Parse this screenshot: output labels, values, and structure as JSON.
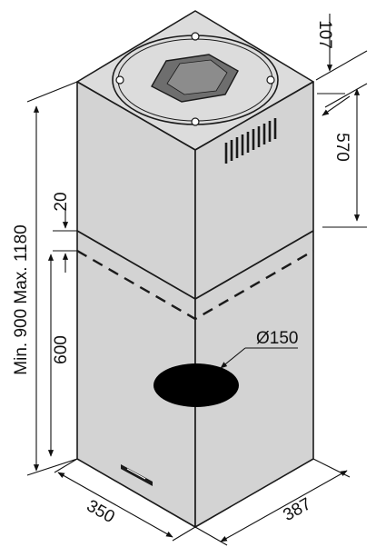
{
  "dimensions": {
    "top_height": "107",
    "upper_section": "570",
    "gap": "20",
    "lower_section": "600",
    "total_height": "Min. 900 Max. 1180",
    "outlet_diameter": "Ø150",
    "width_left": "350",
    "width_right": "387"
  },
  "colors": {
    "body_fill": "#d3d3d3",
    "top_fill": "#dcdcdc",
    "outline": "#1a1a1a",
    "outlet_fill": "#000000"
  }
}
